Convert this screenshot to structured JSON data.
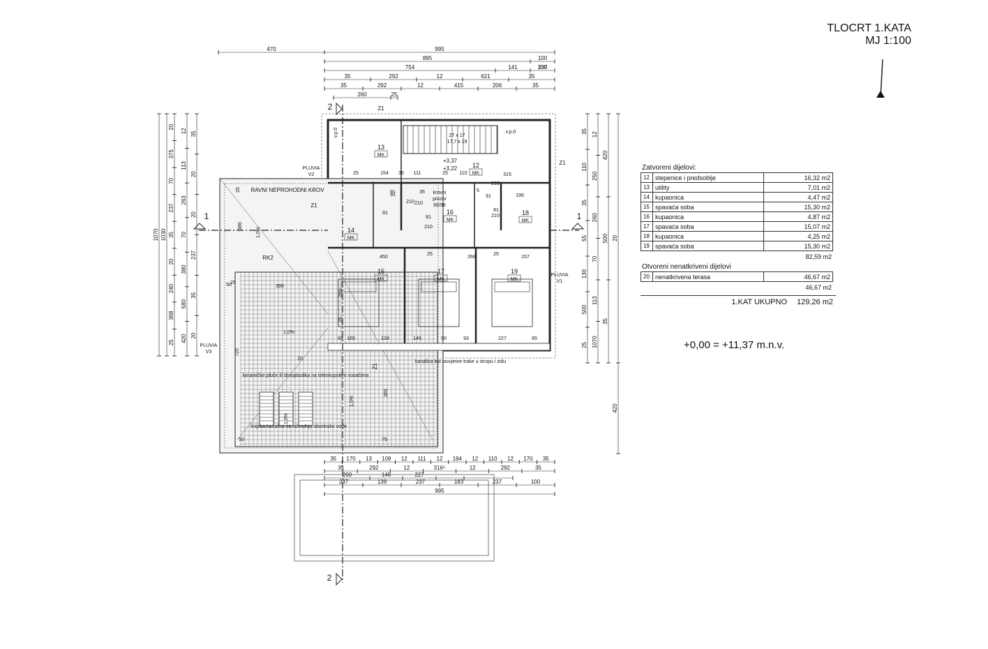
{
  "title": {
    "main": "TLOCRT 1.KATA",
    "scale": "MJ 1:100"
  },
  "elevation": "+0,00 = +11,37 m.n.v.",
  "area_table": {
    "closed_heading": "Zatvoreni dijelovi:",
    "closed_rows": [
      {
        "num": "12",
        "name": "stepenice i predsoblje",
        "area": "16,32 m2"
      },
      {
        "num": "13",
        "name": "utility",
        "area": "7,01 m2"
      },
      {
        "num": "14",
        "name": "kupaonica",
        "area": "4,47 m2"
      },
      {
        "num": "15",
        "name": "spavaća soba",
        "area": "15,30 m2"
      },
      {
        "num": "16",
        "name": "kupaonica",
        "area": "4,87 m2"
      },
      {
        "num": "17",
        "name": "spavaća soba",
        "area": "15,07 m2"
      },
      {
        "num": "18",
        "name": "kupaonica",
        "area": "4,25 m2"
      },
      {
        "num": "19",
        "name": "spavaća soba",
        "area": "15,30 m2"
      }
    ],
    "closed_sum": "82,59 m2",
    "open_heading": "Otvoreni nenatkriveni dijelovi",
    "open_rows": [
      {
        "num": "20",
        "name": "nenatkrivena terasa",
        "area": "46,67 m2"
      }
    ],
    "open_sum": "46,67 m2",
    "total_label": "1.KAT UKUPNO",
    "total_value": "129,26 m2"
  },
  "top_dims": {
    "row1": [
      "470",
      "995"
    ],
    "row2": [
      "895",
      "100"
    ],
    "row3": [
      "754",
      "141",
      "237",
      "100"
    ],
    "row4": [
      "35",
      "292",
      "12",
      "621",
      "35"
    ],
    "row5": [
      "35",
      "292",
      "12",
      "415",
      "206",
      "35"
    ],
    "row6": [
      "260",
      "25"
    ]
  },
  "bottom_dims": {
    "row1": [
      "35",
      "170",
      "13",
      "109",
      "12",
      "111",
      "12",
      "194",
      "12",
      "110",
      "12",
      "170",
      "35"
    ],
    "row2": [
      "35",
      "292",
      "12",
      "316⁵",
      "12",
      "292",
      "35"
    ],
    "row3": [
      "200",
      "146",
      "227"
    ],
    "row4": [
      "237",
      "139",
      "237",
      "183",
      "237",
      "100"
    ],
    "row5": [
      "995"
    ]
  },
  "left_dims": [
    "1070",
    "1030",
    "20",
    "375",
    "70",
    "237",
    "35",
    "20",
    "240",
    "368",
    "25",
    "12",
    "113",
    "263",
    "70",
    "380",
    "580",
    "420",
    "35",
    "20",
    "20",
    "237",
    "35",
    "20"
  ],
  "right_dims": [
    "35",
    "110",
    "35",
    "55",
    "130",
    "500",
    "25",
    "12",
    "250",
    "260",
    "70",
    "113",
    "1070",
    "420",
    "500",
    "35",
    "20",
    "20",
    "420"
  ],
  "interior_dims": [
    "25",
    "154",
    "35",
    "111",
    "25",
    "110",
    "315",
    "91",
    "35",
    "210",
    "81",
    "91",
    "210",
    "5",
    "91",
    "210",
    "196",
    "81",
    "210",
    "81",
    "210",
    "450",
    "25",
    "268",
    "25",
    "157",
    "265",
    "25",
    "165",
    "139",
    "146",
    "90",
    "93",
    "227",
    "65",
    "65",
    "395",
    "50",
    "50",
    "720",
    "20",
    "365",
    "75",
    "385",
    "25",
    "25"
  ],
  "rooms": [
    {
      "num": "13",
      "tag": "MK"
    },
    {
      "num": "12",
      "tag": "MK"
    },
    {
      "num": "14",
      "tag": "MK"
    },
    {
      "num": "16",
      "tag": "MK"
    },
    {
      "num": "18",
      "tag": "MK"
    },
    {
      "num": "15",
      "tag": "MK"
    },
    {
      "num": "17",
      "tag": "MK"
    },
    {
      "num": "19",
      "tag": "MK"
    }
  ],
  "labels": {
    "stair": "27 x 17",
    "stair2": "17,7 x 19",
    "vpo": "v.p.0",
    "level1": "+3,37",
    "level2": "+3,22",
    "roof": "RAVNI NEPROHODNI KROV",
    "rk2": "RK2",
    "z1": "Z1",
    "pluvia_v2": "PLUVIA\nV2",
    "pluvia_v1": "PLUVIA\nV1",
    "pluvia_v3": "PLUVIA\nV3",
    "skylight": "krovni\nprozor\n66/98",
    "ceramic": "keramičke ploče ili drvoplastika na teleskopskim nosačima",
    "channel": "linijska kanalica za odvodnju oborinske vode",
    "led": "kanalica led rasvjetne trake u stropu i zidu",
    "slope": "1,0%",
    "section1": "1",
    "section2": "2"
  }
}
